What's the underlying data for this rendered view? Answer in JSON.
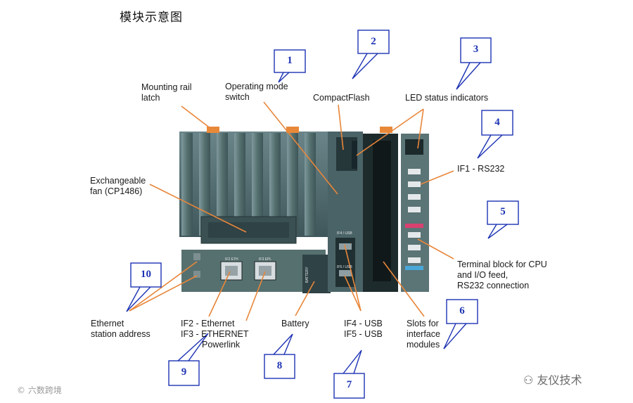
{
  "title": "模块示意图",
  "labels": {
    "mounting_rail_latch": [
      "Mounting rail",
      "latch"
    ],
    "operating_mode_switch": [
      "Operating mode",
      "switch"
    ],
    "compactflash": "CompactFlash",
    "led_status": "LED status indicators",
    "if1": "IF1 - RS232",
    "fan": [
      "Exchangeable",
      "fan (CP1486)"
    ],
    "terminal_block": [
      "Terminal block for CPU",
      "and I/O feed,",
      "RS232 connection"
    ],
    "ethernet_address": [
      "Ethernet",
      "station address"
    ],
    "if2_if3": [
      "IF2 - Ethernet",
      "IF3 - ETHERNET",
      "Powerlink"
    ],
    "battery": "Battery",
    "if4_if5": [
      "IF4 - USB",
      "IF5 - USB"
    ],
    "slots": [
      "Slots for",
      "interface",
      "modules"
    ]
  },
  "callouts": [
    "1",
    "2",
    "3",
    "4",
    "5",
    "6",
    "7",
    "8",
    "9",
    "10"
  ],
  "device_markings": {
    "if2": "IF2\nETH",
    "if3": "IF3\nEPL",
    "if4_if5_panel": "IF4 / USB",
    "if5_panel": "IF5 / USB",
    "battery": "BATTERY"
  },
  "watermark": {
    "left": "六数跨境",
    "right": "友仪技术"
  },
  "colors": {
    "callout_border": "#1d33b3",
    "leader_line": "#e8863a",
    "callout_pointer": "#1d33b3",
    "device_body": "#4f6b70",
    "device_dark": "#2e4044",
    "latch": "#e8893a"
  }
}
